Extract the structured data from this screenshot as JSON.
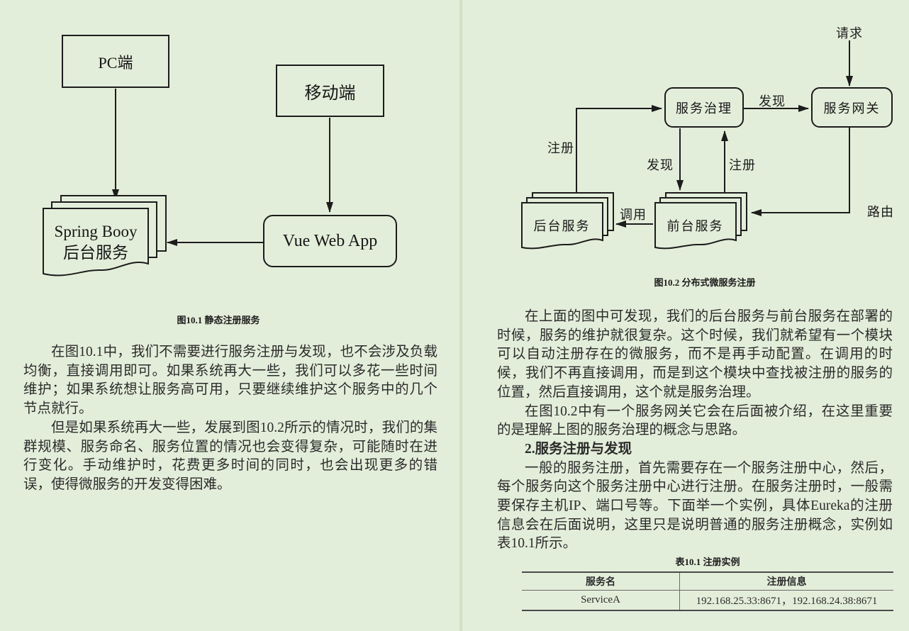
{
  "colors": {
    "page_background": "#e3eeda",
    "page_divider": "#d2e2c4",
    "ink": "#1c1c1c",
    "body_text": "#2b2b2b"
  },
  "left_page": {
    "figure": {
      "nodes": {
        "pc": "PC端",
        "mobile": "移动端",
        "vue": "Vue Web App",
        "backend_line1": "Spring Booy",
        "backend_line2": "后台服务"
      },
      "caption": "图10.1 静态注册服务"
    },
    "paragraphs": [
      "在图10.1中，我们不需要进行服务注册与发现，也不会涉及负载均衡，直接调用即可。如果系统再大一些，我们可以多花一些时间维护；如果系统想让服务高可用，只要继续维护这个服务中的几个节点就行。",
      "但是如果系统再大一些，发展到图10.2所示的情况时，我们的集群规模、服务命名、服务位置的情况也会变得复杂，可能随时在进行变化。手动维护时，花费更多时间的同时，也会出现更多的错误，使得微服务的开发变得困难。"
    ]
  },
  "right_page": {
    "figure": {
      "request_label": "请求",
      "nodes": {
        "governance": "服务治理",
        "gateway": "服务网关",
        "backend": "后台服务",
        "frontend": "前台服务"
      },
      "edge_labels": {
        "register_left": "注册",
        "discover_top": "发现",
        "discover_mid": "发现",
        "register_mid": "注册",
        "invoke": "调用",
        "route": "路由"
      },
      "caption": "图10.2 分布式微服务注册"
    },
    "paragraphs": [
      "在上面的图中可发现，我们的后台服务与前台服务在部署的时候，服务的维护就很复杂。这个时候，我们就希望有一个模块可以自动注册存在的微服务，而不是再手动配置。在调用的时候，我们不再直接调用，而是到这个模块中查找被注册的服务的位置，然后直接调用，这个就是服务治理。",
      "在图10.2中有一个服务网关它会在后面被介绍，在这里重要的是理解上图的服务治理的概念与思路。"
    ],
    "heading": "2.服务注册与发现",
    "paragraphs2": [
      "一般的服务注册，首先需要存在一个服务注册中心，然后，每个服务向这个服务注册中心进行注册。在服务注册时，一般需要保存主机IP、端口号等。下面举一个实例，具体Eureka的注册信息会在后面说明，这里只是说明普通的服务注册概念，实例如表10.1所示。"
    ],
    "table": {
      "caption": "表10.1 注册实例",
      "headers": [
        "服务名",
        "注册信息"
      ],
      "rows": [
        [
          "ServiceA",
          "192.168.25.33:8671，192.168.24.38:8671"
        ]
      ]
    }
  }
}
